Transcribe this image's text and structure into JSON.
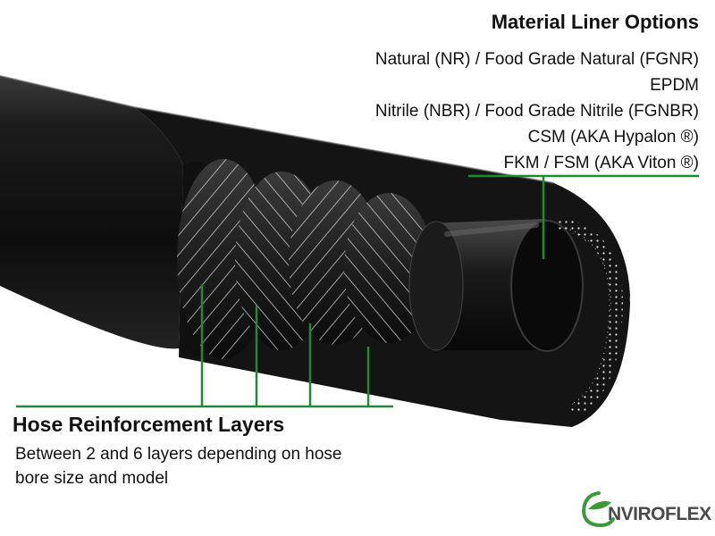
{
  "liner_options": {
    "title": "Material Liner Options",
    "items": [
      "Natural (NR) / Food Grade Natural (FGNR)",
      "EPDM",
      "Nitrile (NBR) / Food Grade Nitrile (FGNBR)",
      "CSM (AKA Hypalon ®)",
      "FKM / FSM (AKA Viton ®)"
    ]
  },
  "reinforcement": {
    "title": "Hose Reinforcement Layers",
    "description": "Between 2 and 6 layers depending on hose bore size and model"
  },
  "logo": {
    "text_mark": "NVIROFLEX",
    "brand_color": "#3c9a3a",
    "text_color": "#4a4a4a"
  },
  "colors": {
    "callout_line": "#1e8c2e",
    "hose_rubber": "#111111"
  }
}
